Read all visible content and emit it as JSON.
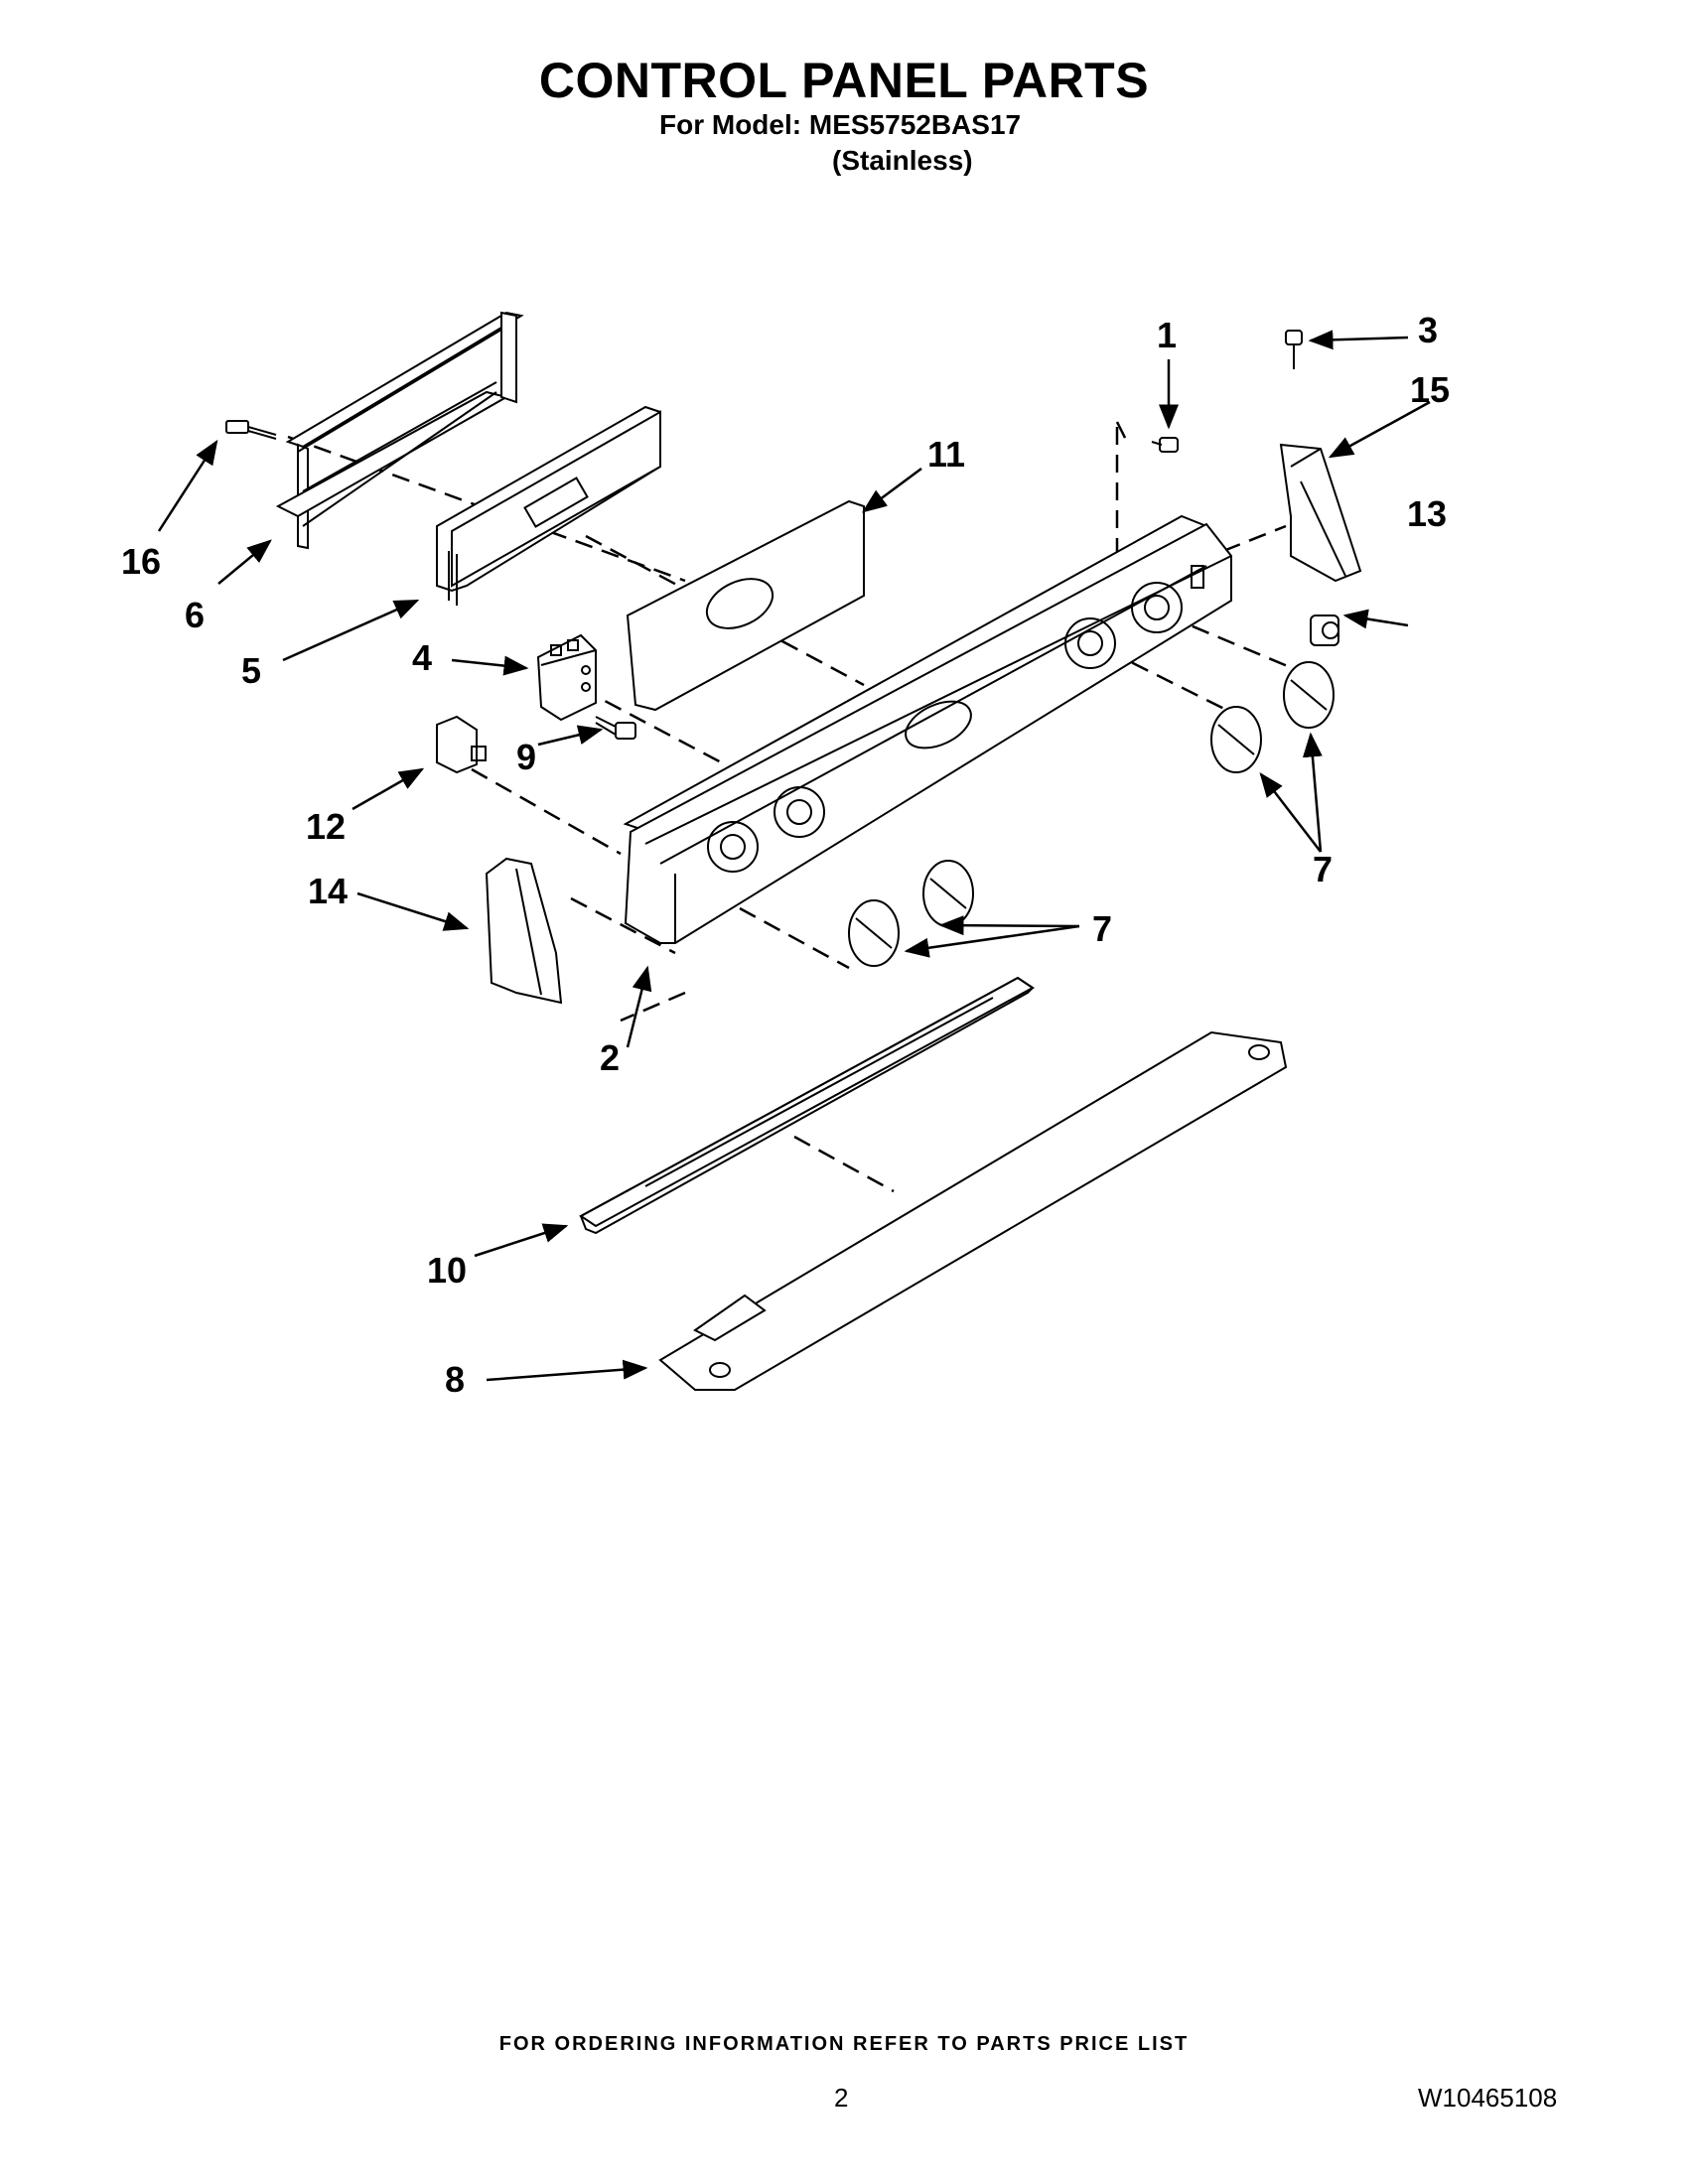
{
  "header": {
    "title": "CONTROL PANEL PARTS",
    "model_line": "For Model: MES5752BAS17",
    "finish_line": "(Stainless)"
  },
  "callouts": {
    "c1": "1",
    "c2": "2",
    "c3": "3",
    "c4": "4",
    "c5": "5",
    "c6": "6",
    "c7": "7",
    "c8": "8",
    "c9": "9",
    "c10": "10",
    "c11": "11",
    "c12": "12",
    "c13": "13",
    "c14": "14",
    "c15": "15",
    "c16": "16"
  },
  "footer": {
    "ordering_note": "FOR ORDERING INFORMATION REFER TO PARTS PRICE LIST",
    "page_number": "2",
    "document_number": "W10465108"
  }
}
